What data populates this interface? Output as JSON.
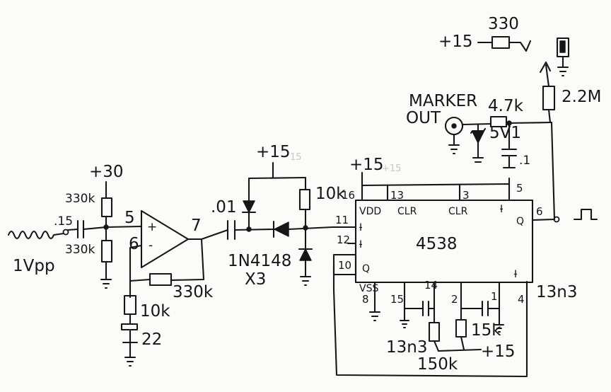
{
  "input": {
    "amplitude": "1Vpp",
    "coupling_cap": ".15"
  },
  "bias": {
    "supply": "+30",
    "upper_resistor": "330k",
    "lower_resistor": "330k"
  },
  "opamp": {
    "plus_symbol": "+",
    "minus_symbol": "-",
    "pin_noninverting": "5",
    "pin_inverting": "6",
    "pin_output": "7",
    "feedback_resistor": "330k",
    "ground_resistor": "10k",
    "ground_cap": "22"
  },
  "coupling": {
    "cap": ".01",
    "diode_part": "1N4148",
    "diode_count": "X3"
  },
  "clamp": {
    "supply": "+15",
    "supply_faint": "15",
    "pullup": "10k"
  },
  "ic": {
    "name": "4538",
    "supply": "+15",
    "supply_faint": "+15",
    "pins": {
      "vdd_pin": "16",
      "clr_a_pin": "13",
      "clr_b_pin": "3",
      "trig_b_pin": "5",
      "trig_a_pin": "11",
      "trig_a_neg_pin": "12",
      "q_out_pin": "10",
      "q_right_pin": "6",
      "vss_pin": "8",
      "cx_a_pin": "15",
      "rcx_a_pin": "14",
      "rcx_b_pin": "2",
      "cx_b_pin": "1",
      "gnd_pin": "4"
    },
    "labels": {
      "vdd": "VDD",
      "clr_a": "CLR",
      "clr_b": "CLR",
      "vss": "VSS",
      "q_inner": "Q",
      "q_right": "Q",
      "mark_a": "Ɨ",
      "mark_b": "Ɨ"
    }
  },
  "timing": {
    "cap_a": "13n3",
    "cap_b": "13n3",
    "res_a": "150k",
    "res_b": "15k",
    "supply": "+15"
  },
  "marker": {
    "label_line1": "MARKER",
    "label_line2": "OUT",
    "resistor": "4.7k",
    "zener": "5V1",
    "cap": ".1",
    "led_resistor": "2.2M"
  },
  "led": {
    "supply": "+15",
    "resistor": "330"
  }
}
